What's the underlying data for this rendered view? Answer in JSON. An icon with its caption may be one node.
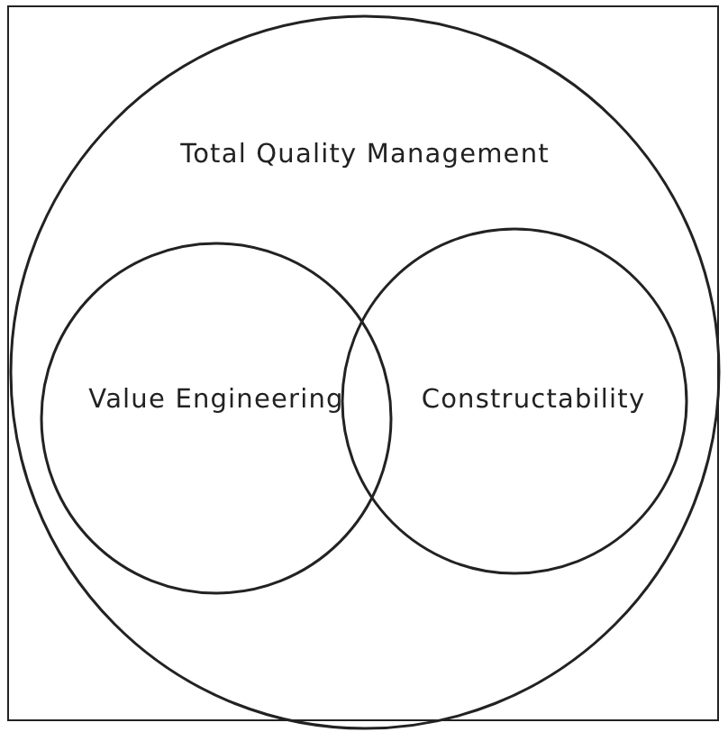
{
  "diagram": {
    "nodes": [
      {
        "text": [
          "Total Quality Management"
        ]
      },
      {
        "text": [
          "Value Engineering"
        ],
        "in": 0
      },
      {
        "text": [
          "Constructability"
        ],
        "in": 0
      }
    ]
  }
}
